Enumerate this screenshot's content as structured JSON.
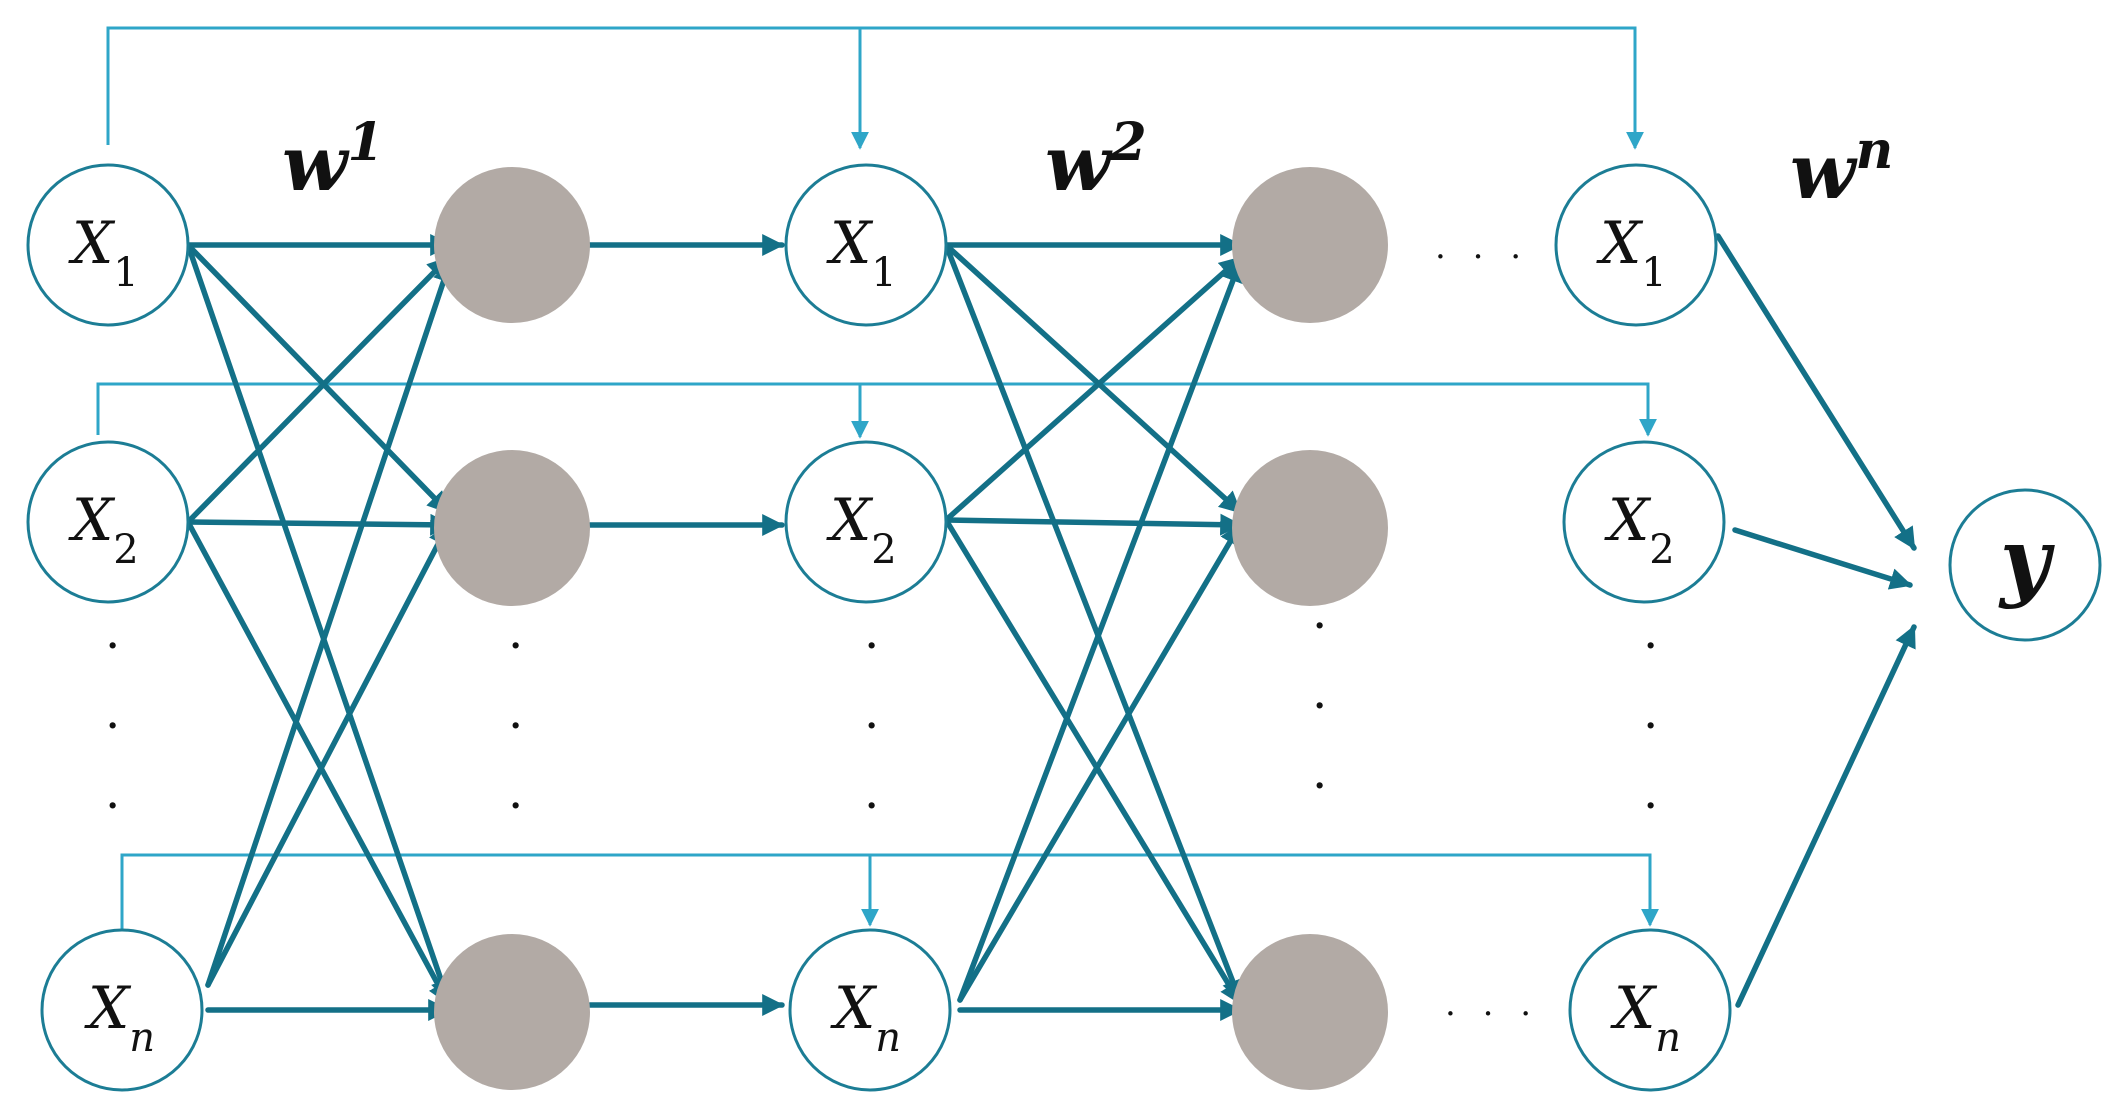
{
  "colors": {
    "connection": "#137087",
    "skip_connection": "#2fa6c8",
    "node_stroke": "#1c7d95",
    "hidden_fill": "#b2aaa5",
    "text": "#111111",
    "background": "#ffffff"
  },
  "weights": [
    {
      "base": "w",
      "sup": "1"
    },
    {
      "base": "w",
      "sup": "2"
    },
    {
      "base": "w",
      "sup": "n"
    }
  ],
  "input_nodes": [
    {
      "base": "X",
      "sub": "1"
    },
    {
      "base": "X",
      "sub": "2"
    },
    {
      "base": "X",
      "sub": "n"
    }
  ],
  "output_node": {
    "label": "y"
  },
  "ellipsis": {
    "vertical": ".",
    "horizontal": ". . ."
  }
}
